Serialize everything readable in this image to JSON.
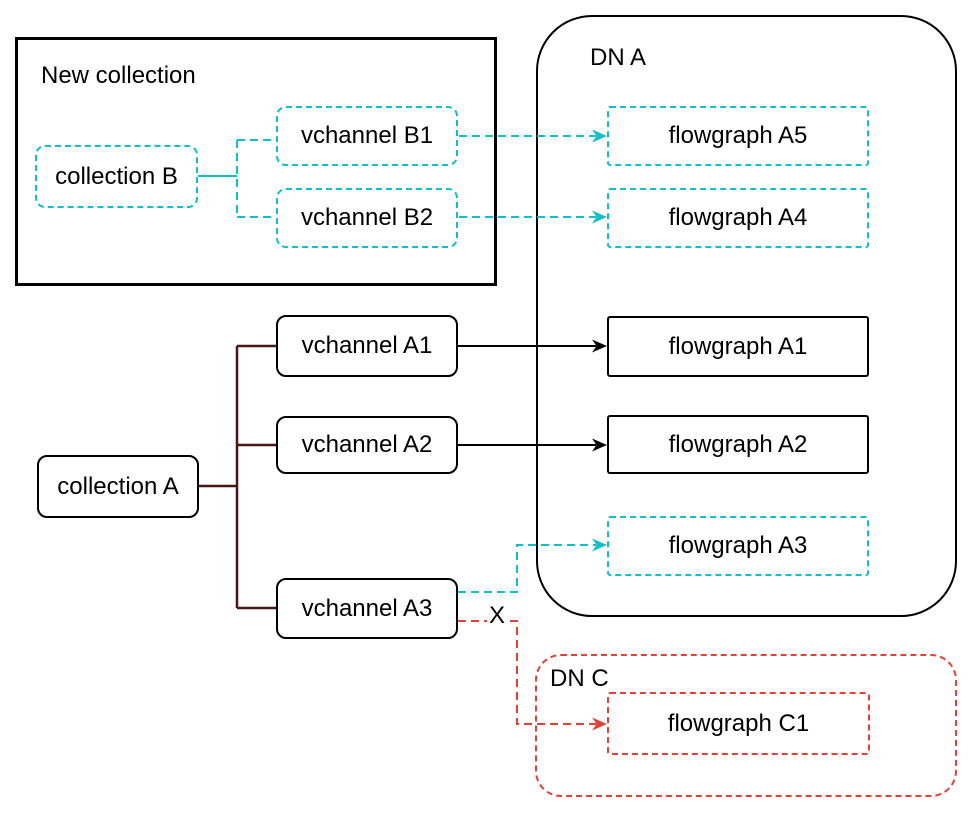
{
  "colors": {
    "teal": "#10BFC8",
    "red": "#E2413A",
    "maroon": "#4A1518",
    "ink": "#000000"
  },
  "groups": {
    "new_collection": {
      "label": "New collection"
    },
    "dn_a": {
      "label": "DN A"
    },
    "dn_c": {
      "label": "DN C"
    }
  },
  "nodes": {
    "collection_b": {
      "label": "collection B"
    },
    "vchannel_b1": {
      "label": "vchannel B1"
    },
    "vchannel_b2": {
      "label": "vchannel B2"
    },
    "flowgraph_a5": {
      "label": "flowgraph A5"
    },
    "flowgraph_a4": {
      "label": "flowgraph A4"
    },
    "flowgraph_a1": {
      "label": "flowgraph A1"
    },
    "flowgraph_a2": {
      "label": "flowgraph A2"
    },
    "flowgraph_a3": {
      "label": "flowgraph A3"
    },
    "collection_a": {
      "label": "collection A"
    },
    "vchannel_a1": {
      "label": "vchannel A1"
    },
    "vchannel_a2": {
      "label": "vchannel A2"
    },
    "vchannel_a3": {
      "label": "vchannel A3"
    },
    "flowgraph_c1": {
      "label": "flowgraph C1"
    }
  },
  "annotations": {
    "broken_link_marker": "X"
  },
  "edges": [
    {
      "from": "collection B",
      "to": "vchannel B1",
      "style": "dashed-teal"
    },
    {
      "from": "collection B",
      "to": "vchannel B2",
      "style": "dashed-teal"
    },
    {
      "from": "vchannel B1",
      "to": "flowgraph A5",
      "style": "dashed-teal-arrow"
    },
    {
      "from": "vchannel B2",
      "to": "flowgraph A4",
      "style": "dashed-teal-arrow"
    },
    {
      "from": "collection A",
      "to": "vchannel A1",
      "style": "solid-maroon"
    },
    {
      "from": "collection A",
      "to": "vchannel A2",
      "style": "solid-maroon"
    },
    {
      "from": "collection A",
      "to": "vchannel A3",
      "style": "solid-maroon"
    },
    {
      "from": "vchannel A1",
      "to": "flowgraph A1",
      "style": "solid-black-arrow"
    },
    {
      "from": "vchannel A2",
      "to": "flowgraph A2",
      "style": "solid-black-arrow"
    },
    {
      "from": "vchannel A3",
      "to": "flowgraph A3",
      "style": "dashed-teal-arrow"
    },
    {
      "from": "vchannel A3",
      "to": "flowgraph C1",
      "style": "dashed-red-arrow",
      "marker": "X"
    }
  ]
}
